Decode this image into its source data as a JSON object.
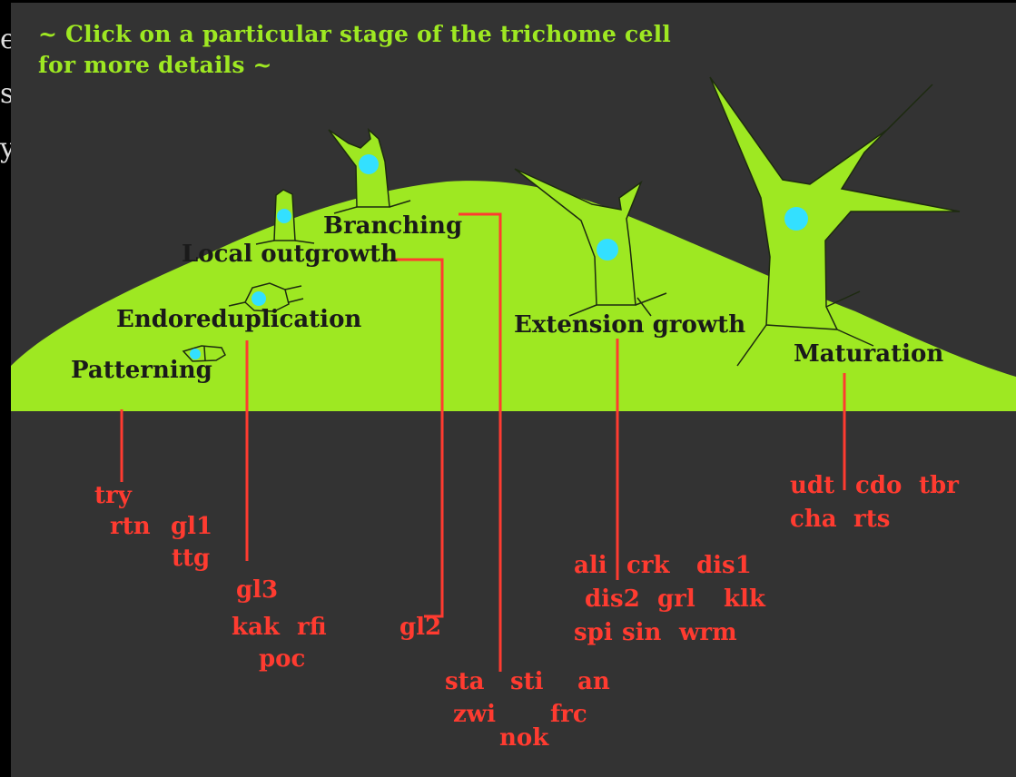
{
  "instructions": {
    "line1": "~ Click on a particular stage of the trichome cell",
    "line2": "for more details ~"
  },
  "stages": {
    "patterning": "Patterning",
    "endoreduplication": "Endoreduplication",
    "local_outgrowth": "Local outgrowth",
    "branching": "Branching",
    "extension_growth": "Extension growth",
    "maturation": "Maturation"
  },
  "genes": {
    "patterning": [
      "try",
      "rtn",
      "gl1",
      "ttg"
    ],
    "endoreduplication": [
      "gl3",
      "kak",
      "rfi",
      "poc"
    ],
    "local_outgrowth": [
      "gl2"
    ],
    "branching": [
      "sta",
      "sti",
      "an",
      "zwi",
      "frc",
      "nok"
    ],
    "extension_growth": [
      "ali",
      "crk",
      "dis1",
      "dis2",
      "grl",
      "klk",
      "spi",
      "sin",
      "wrm"
    ],
    "maturation": [
      "udt",
      "cdo",
      "tbr",
      "cha",
      "rts"
    ]
  },
  "colors": {
    "background": "#333333",
    "leaf": "#9ee822",
    "instruction_text": "#9ee822",
    "stage_label": "#1a1a1a",
    "connector": "#ff3b30",
    "gene_text": "#ff3b30",
    "nucleus": "#33e0ff"
  }
}
